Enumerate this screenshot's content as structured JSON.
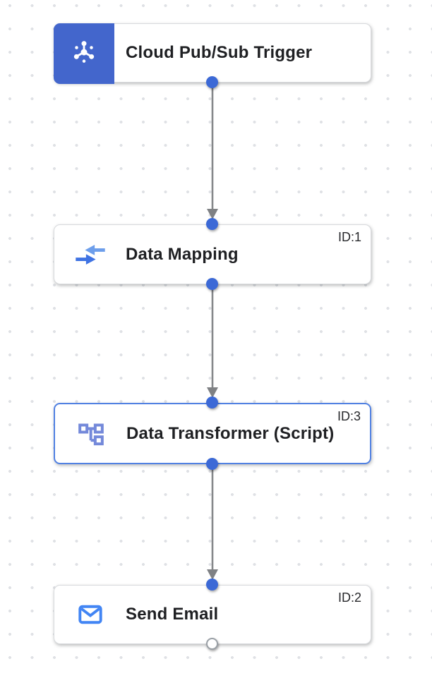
{
  "canvas": {
    "type": "integration-flow-editor",
    "grid_dot_color": "#dfe1e5",
    "background_color": "#ffffff"
  },
  "colors": {
    "trigger_panel_blue": "#4366cc",
    "port_blue": "#3c69d6",
    "selected_border_blue": "#5181e2",
    "icon_blue": "#4285f4",
    "icon_light_blue": "#6d9eeb",
    "transformer_icon_blue": "#7489da",
    "edge_gray": "#85878a",
    "title_color": "#1f2023"
  },
  "nodes": [
    {
      "title": "Cloud Pub/Sub Trigger",
      "id_label": "",
      "icon": "pubsub-icon",
      "kind": "trigger",
      "selected": false,
      "ports": [
        "out"
      ]
    },
    {
      "title": "Data Mapping",
      "id_label": "ID:1",
      "icon": "data-mapping-icon",
      "kind": "task",
      "selected": false,
      "ports": [
        "in",
        "out"
      ]
    },
    {
      "title": "Data Transformer (Script)",
      "id_label": "ID:3",
      "icon": "data-transformer-icon",
      "kind": "task",
      "selected": true,
      "ports": [
        "in",
        "out"
      ]
    },
    {
      "title": "Send Email",
      "id_label": "ID:2",
      "icon": "email-icon",
      "kind": "task",
      "selected": false,
      "ports": [
        "in",
        "out-unconnected"
      ]
    }
  ],
  "edges": [
    {
      "from": "Cloud Pub/Sub Trigger",
      "to": "Data Mapping"
    },
    {
      "from": "Data Mapping",
      "to": "Data Transformer (Script)"
    },
    {
      "from": "Data Transformer (Script)",
      "to": "Send Email"
    }
  ]
}
